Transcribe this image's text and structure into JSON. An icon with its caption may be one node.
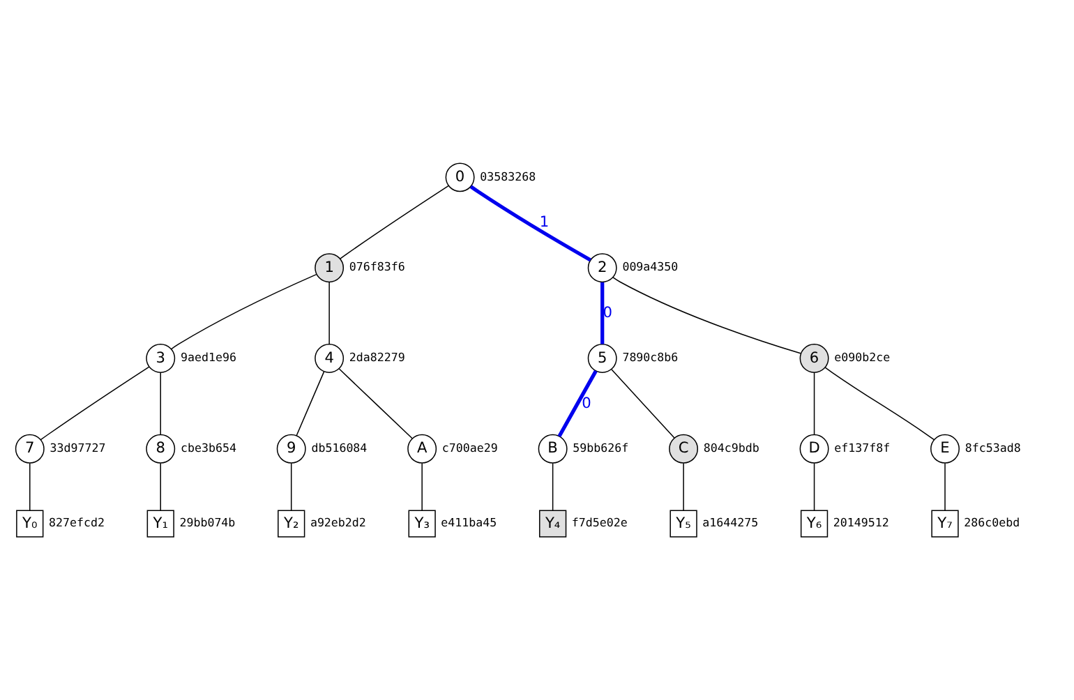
{
  "diagram": {
    "nodes": [
      {
        "text": [
          "0"
        ],
        "beside": [
          "03583268"
        ]
      },
      {
        "text": [
          "1"
        ],
        "beside": [
          "076f83f6"
        ]
      },
      {
        "text": [
          "2"
        ],
        "beside": [
          "009a4350"
        ]
      },
      {
        "text": [
          "3"
        ],
        "beside": [
          "9aed1e96"
        ]
      },
      {
        "text": [
          "4"
        ],
        "beside": [
          "2da82279"
        ]
      },
      {
        "text": [
          "5"
        ],
        "beside": [
          "7890c8b6"
        ]
      },
      {
        "text": [
          "6"
        ],
        "beside": [
          "e090b2ce"
        ]
      },
      {
        "text": [
          "7"
        ],
        "beside": [
          "33d97727"
        ]
      },
      {
        "text": [
          "8"
        ],
        "beside": [
          "cbe3b654"
        ]
      },
      {
        "text": [
          "9"
        ],
        "beside": [
          "db516084"
        ]
      },
      {
        "text": [
          "A"
        ],
        "beside": [
          "c700ae29"
        ]
      },
      {
        "text": [
          "B"
        ],
        "beside": [
          "59bb626f"
        ]
      },
      {
        "text": [
          "C"
        ],
        "beside": [
          "804c9bdb"
        ]
      },
      {
        "text": [
          "D"
        ],
        "beside": [
          "ef137f8f"
        ]
      },
      {
        "text": [
          "E"
        ],
        "beside": [
          "8fc53ad8"
        ]
      },
      {
        "text": [
          "Y₀"
        ],
        "beside": [
          "827efcd2"
        ]
      },
      {
        "text": [
          "Y₁"
        ],
        "beside": [
          "29bb074b"
        ]
      },
      {
        "text": [
          "Y₂"
        ],
        "beside": [
          "a92eb2d2"
        ]
      },
      {
        "text": [
          "Y₃"
        ],
        "beside": [
          "e411ba45"
        ]
      },
      {
        "text": [
          "Y₄"
        ],
        "beside": [
          "f7d5e02e"
        ]
      },
      {
        "text": [
          "Y₅"
        ],
        "beside": [
          "a1644275"
        ]
      },
      {
        "text": [
          "Y₆"
        ],
        "beside": [
          "20149512"
        ]
      },
      {
        "text": [
          "Y₇"
        ],
        "beside": [
          "286c0ebd"
        ]
      }
    ],
    "edges": [
      {
        "from": 0,
        "to": 1,
        "arrow": "none"
      },
      {
        "from": 0,
        "to": 2,
        "arrow": "none",
        "label": "1",
        "style": "thick",
        "color": "#0000ee"
      },
      {
        "from": 1,
        "to": 3,
        "arrow": "none"
      },
      {
        "from": 1,
        "to": 4,
        "arrow": "none"
      },
      {
        "from": 2,
        "to": 5,
        "arrow": "none",
        "label": "0",
        "style": "thick",
        "color": "#0000ee"
      },
      {
        "from": 2,
        "to": 6,
        "arrow": "none"
      },
      {
        "from": 3,
        "to": 7,
        "arrow": "none"
      },
      {
        "from": 3,
        "to": 8,
        "arrow": "none"
      },
      {
        "from": 4,
        "to": 9,
        "arrow": "none"
      },
      {
        "from": 4,
        "to": 10,
        "arrow": "none"
      },
      {
        "from": 5,
        "to": 11,
        "arrow": "none",
        "label": "0",
        "style": "thick",
        "color": "#0000ee"
      },
      {
        "from": 5,
        "to": 12,
        "arrow": "none"
      },
      {
        "from": 6,
        "to": 13,
        "arrow": "none"
      },
      {
        "from": 6,
        "to": 14,
        "arrow": "none"
      },
      {
        "from": 7,
        "to": 15,
        "arrow": "none"
      },
      {
        "from": 8,
        "to": 16,
        "arrow": "none"
      },
      {
        "from": 9,
        "to": 17,
        "arrow": "none"
      },
      {
        "from": 10,
        "to": 18,
        "arrow": "none"
      },
      {
        "from": 11,
        "to": 19,
        "arrow": "none"
      },
      {
        "from": 12,
        "to": 20,
        "arrow": "none"
      },
      {
        "from": 13,
        "to": 21,
        "arrow": "none"
      },
      {
        "from": 14,
        "to": 22,
        "arrow": "none"
      }
    ]
  }
}
